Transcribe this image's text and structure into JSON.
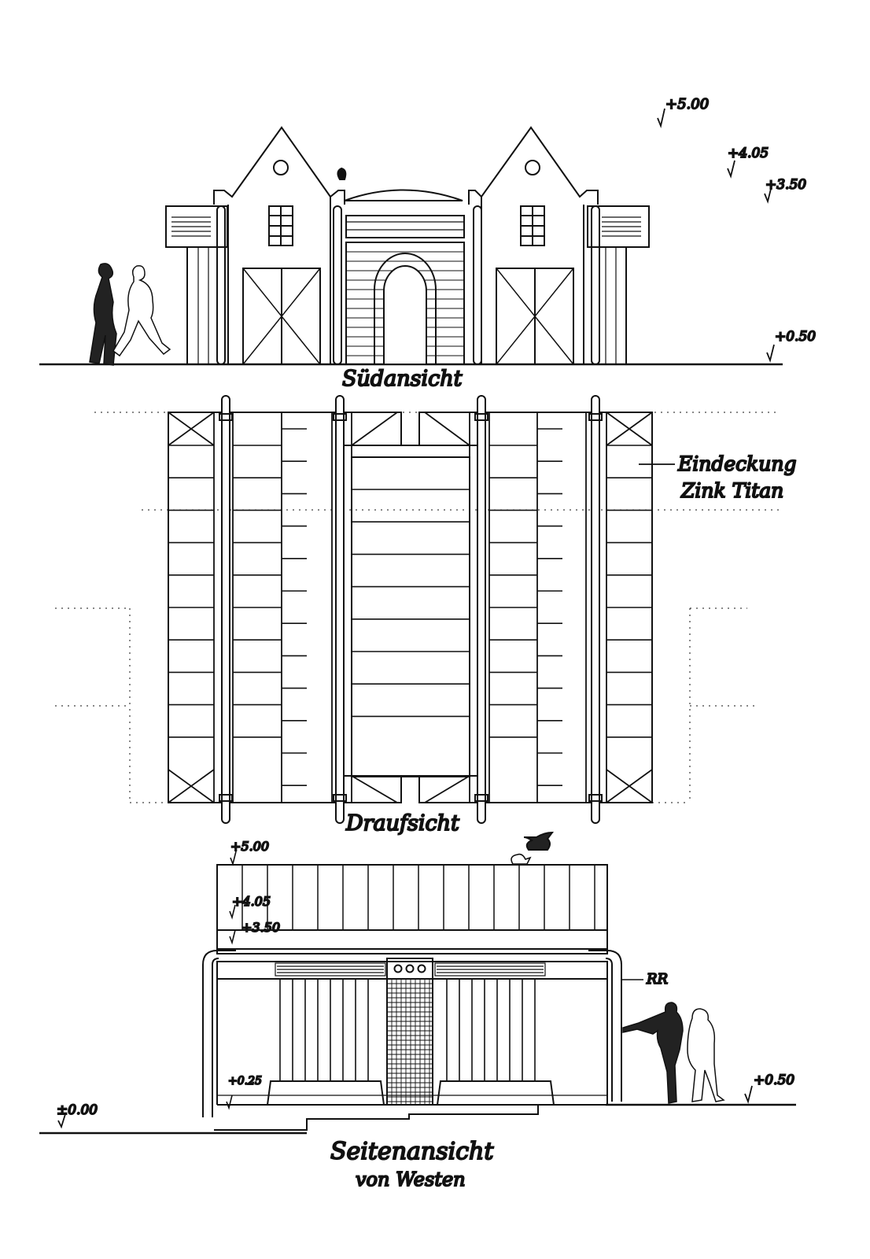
{
  "drawing": {
    "south_elevation": {
      "caption": "Südansicht",
      "levels": [
        "+5.00",
        "+4.05",
        "+3.50",
        "+0.50"
      ]
    },
    "plan_view": {
      "caption": "Draufsicht",
      "note_line1": "Eindeckung",
      "note_line2": "Zink Titan"
    },
    "west_elevation": {
      "caption_line1": "Seitenansicht",
      "caption_line2": "von Westen",
      "levels": [
        "+5.00",
        "+4.05",
        "+3.50",
        "+0.25",
        "+0.50",
        "±0.00"
      ],
      "label_rr": "RR"
    }
  },
  "colors": {
    "ink": "#111111",
    "paper": "#ffffff"
  }
}
